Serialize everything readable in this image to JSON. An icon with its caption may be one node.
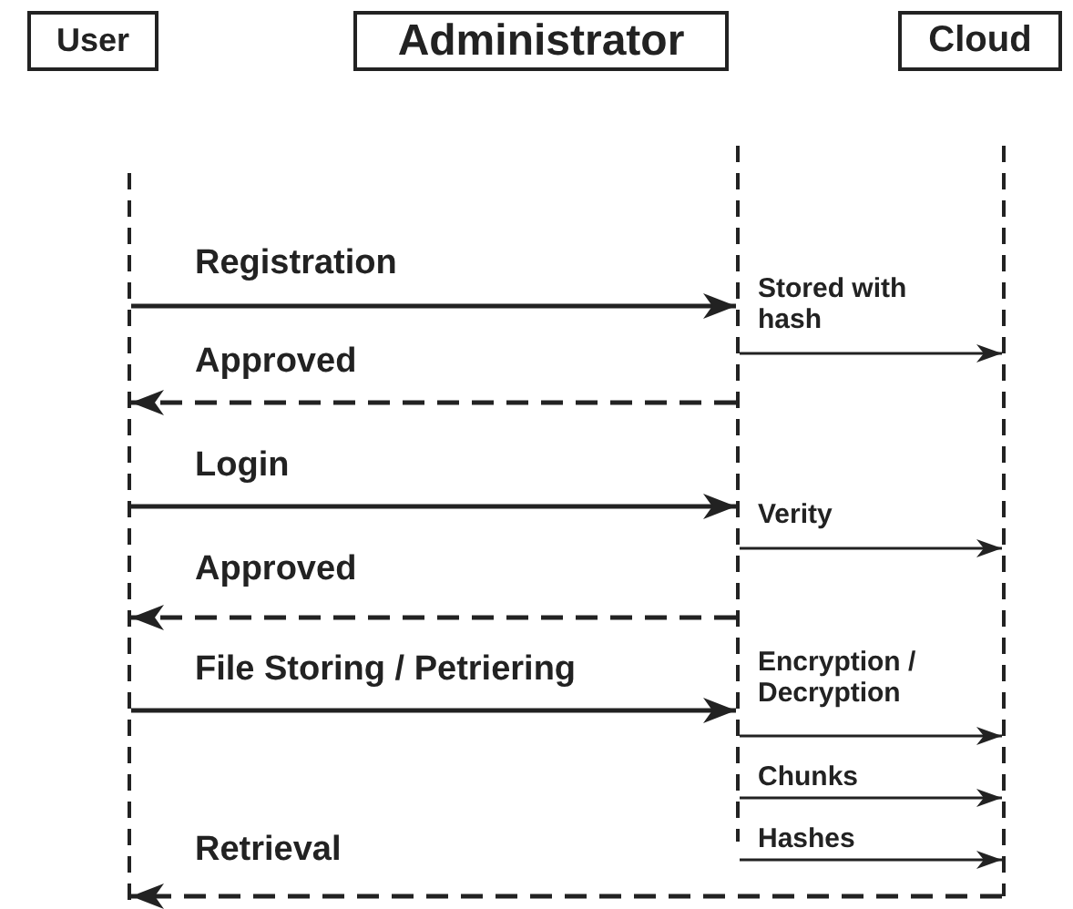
{
  "diagram": {
    "nodes": [
      {
        "text": [
          "User"
        ]
      },
      {
        "text": [
          "Administrator"
        ]
      },
      {
        "text": [
          "Cloud"
        ]
      },
      {
        "text": [],
        "shape": "line"
      },
      {
        "text": [],
        "shape": "line"
      },
      {
        "text": [],
        "shape": "line"
      }
    ],
    "edges": [
      {
        "from": 3,
        "to": 4,
        "arrow": "to",
        "label": "Registration"
      },
      {
        "from": 4,
        "to": 5,
        "arrow": "to",
        "label": "Stored with hash"
      },
      {
        "from": 4,
        "to": 3,
        "arrow": "to",
        "label": "Approved",
        "style": "dashed"
      },
      {
        "from": 3,
        "to": 4,
        "arrow": "to",
        "label": "Login"
      },
      {
        "from": 4,
        "to": 5,
        "arrow": "to",
        "label": "Verity"
      },
      {
        "from": 4,
        "to": 3,
        "arrow": "to",
        "label": "Approved",
        "style": "dashed"
      },
      {
        "from": 3,
        "to": 4,
        "arrow": "to",
        "label": "File Storing / Petriering"
      },
      {
        "from": 4,
        "to": 5,
        "arrow": "to",
        "label": "Encryption / Decryption"
      },
      {
        "from": 4,
        "to": 5,
        "arrow": "to",
        "label": "Chunks"
      },
      {
        "from": 4,
        "to": 5,
        "arrow": "to",
        "label": "Hashes"
      },
      {
        "from": 5,
        "to": 3,
        "arrow": "to",
        "label": "Retrieval",
        "style": "dashed"
      }
    ]
  }
}
